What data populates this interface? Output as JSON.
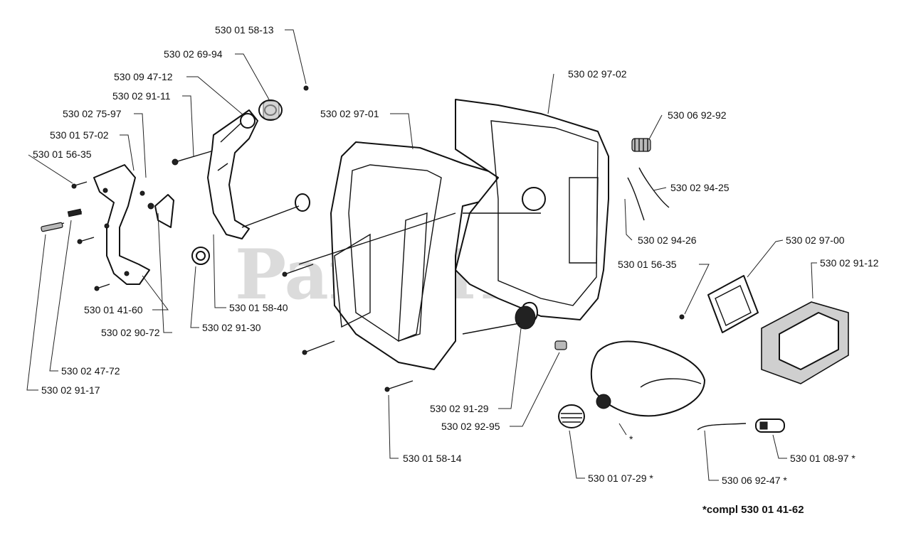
{
  "watermark": "PartsTree",
  "footnote": "*compl 530 01 41-62",
  "callouts": [
    {
      "id": "c1",
      "text": "530 01 58-13"
    },
    {
      "id": "c2",
      "text": "530 02 69-94"
    },
    {
      "id": "c3",
      "text": "530 09 47-12"
    },
    {
      "id": "c4",
      "text": "530 02 91-11"
    },
    {
      "id": "c5",
      "text": "530 02 75-97"
    },
    {
      "id": "c6",
      "text": "530 01 57-02"
    },
    {
      "id": "c7",
      "text": "530 01 56-35"
    },
    {
      "id": "c8",
      "text": "530 02 97-01"
    },
    {
      "id": "c9",
      "text": "530 02 97-02"
    },
    {
      "id": "c10",
      "text": "530 06 92-92"
    },
    {
      "id": "c11",
      "text": "530 02 94-25"
    },
    {
      "id": "c12",
      "text": "530 02 94-26"
    },
    {
      "id": "c13",
      "text": "530 01 56-35"
    },
    {
      "id": "c14",
      "text": "530 02 97-00"
    },
    {
      "id": "c15",
      "text": "530 02 91-12"
    },
    {
      "id": "c16",
      "text": "530 01 41-60"
    },
    {
      "id": "c17",
      "text": "530 02 90-72"
    },
    {
      "id": "c18",
      "text": "530 01 58-40"
    },
    {
      "id": "c19",
      "text": "530 02 91-30"
    },
    {
      "id": "c20",
      "text": "530 02 47-72"
    },
    {
      "id": "c21",
      "text": "530 02 91-17"
    },
    {
      "id": "c22",
      "text": "530 02 91-29"
    },
    {
      "id": "c23",
      "text": "530 02 92-95"
    },
    {
      "id": "c24",
      "text": "530 01 58-14"
    },
    {
      "id": "c25",
      "text": "530 01 07-29 *"
    },
    {
      "id": "c26",
      "text": "530 06 92-47 *"
    },
    {
      "id": "c27",
      "text": "530 01 08-97 *"
    },
    {
      "id": "c28",
      "text": "*"
    }
  ]
}
